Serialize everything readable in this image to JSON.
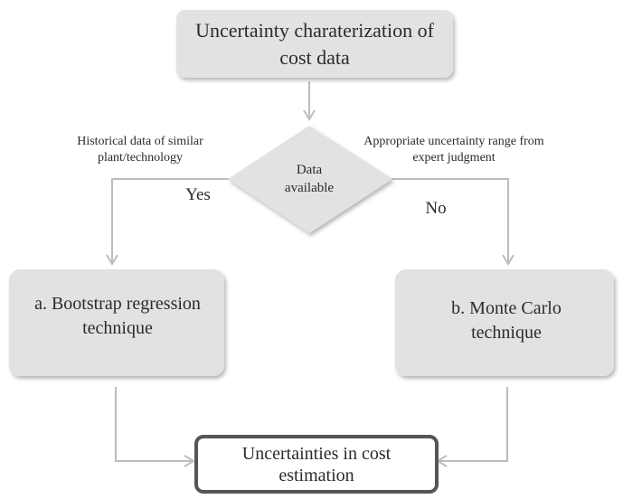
{
  "nodes": {
    "top": {
      "text": "Uncertainty charaterization of cost data"
    },
    "decision": {
      "text": "Data available"
    },
    "left": {
      "text": "a. Bootstrap regression technique"
    },
    "right": {
      "text": "b. Monte Carlo technique"
    },
    "bottom": {
      "text": "Uncertainties in cost estimation"
    }
  },
  "edge_labels": {
    "left_condition": "Historical data of similar plant/technology",
    "left_answer": "Yes",
    "right_condition": "Appropriate uncertainty range from expert judgment",
    "right_answer": "No"
  },
  "colors": {
    "box_fill": "#e2e2e2",
    "arrow": "#bdbdbd",
    "final_border": "#555555",
    "text": "#2b2b2b"
  }
}
